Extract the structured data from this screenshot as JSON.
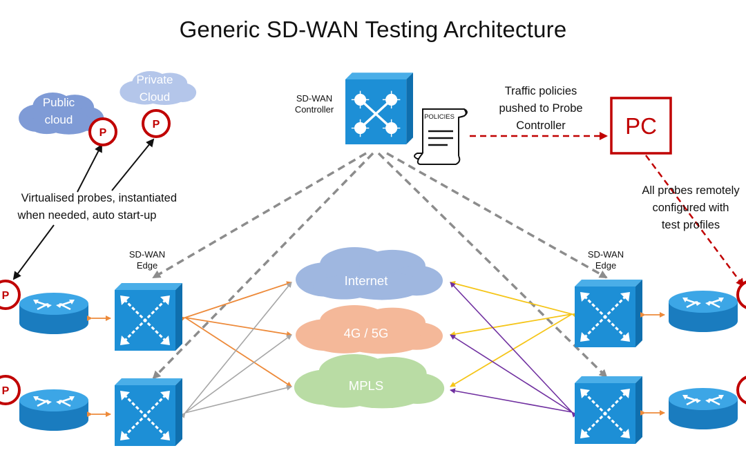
{
  "title": "Generic SD-WAN Testing Architecture",
  "controller": {
    "label_line1": "SD-WAN",
    "label_line2": "Controller"
  },
  "policies": {
    "label": "POLICIES"
  },
  "pc": {
    "label": "PC"
  },
  "notes": {
    "traffic_policies": [
      "Traffic policies",
      "pushed to Probe",
      "Controller"
    ],
    "all_probes": [
      "All probes remotely",
      "configured with",
      "test profiles"
    ],
    "virtualised": [
      "Virtualised probes, instantiated",
      "when needed, auto start-up"
    ]
  },
  "clouds": {
    "public": [
      "Public",
      "cloud"
    ],
    "private": [
      "Private",
      "Cloud"
    ],
    "internet": "Internet",
    "cellular": "4G / 5G",
    "mpls": "MPLS"
  },
  "edges": {
    "left_label": [
      "SD-WAN",
      "Edge"
    ],
    "right_label": [
      "SD-WAN",
      "Edge"
    ]
  },
  "probe_letter": "P",
  "colors": {
    "probe_red": "#c00000",
    "switch_blue": "#1d8fd6",
    "internet_cloud": "#9fb7e0",
    "cellular_cloud": "#f4b899",
    "mpls_cloud": "#b9dca4",
    "public_cloud": "#7f9bd6",
    "private_cloud": "#b4c6ea",
    "orange_link": "#ed8a3a",
    "grey_link": "#a6a6a6",
    "yellow_link": "#f5c518",
    "purple_link": "#7030a0",
    "dashed_grey": "#8c8c8c",
    "dashed_red": "#c00000"
  }
}
